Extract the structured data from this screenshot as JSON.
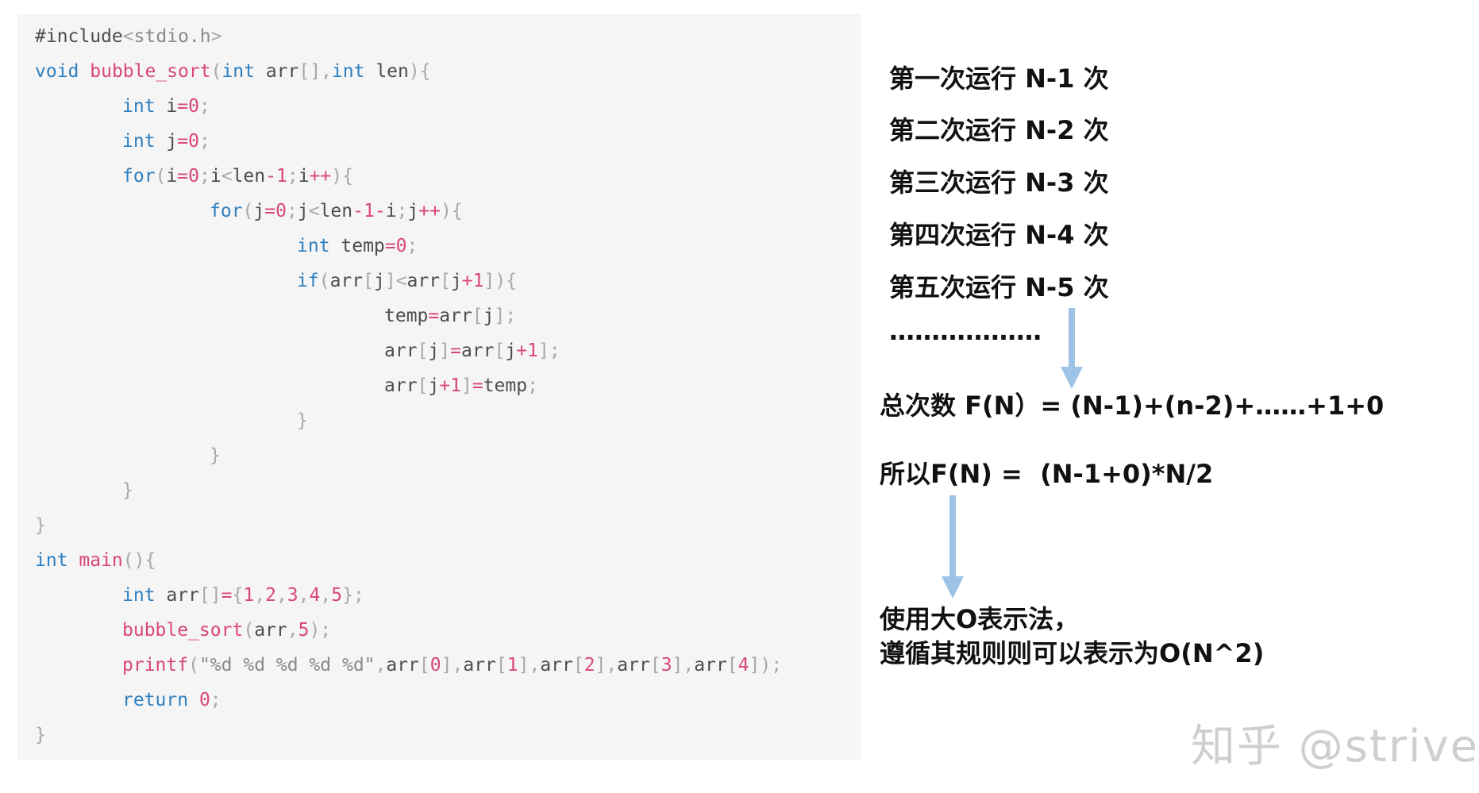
{
  "code_lines": [
    {
      "indent": 0,
      "tokens": [
        [
          "id",
          "#include"
        ],
        [
          "punc",
          "<"
        ],
        [
          "str",
          "stdio.h"
        ],
        [
          "punc",
          ">"
        ]
      ]
    },
    {
      "indent": 0,
      "tokens": [
        [
          "kw",
          "void "
        ],
        [
          "fn",
          "bubble_sort"
        ],
        [
          "punc",
          "("
        ],
        [
          "kw",
          "int "
        ],
        [
          "id",
          "arr"
        ],
        [
          "punc",
          "[],"
        ],
        [
          "kw",
          "int "
        ],
        [
          "id",
          "len"
        ],
        [
          "punc",
          "){"
        ]
      ]
    },
    {
      "indent": 1,
      "tokens": [
        [
          "kw",
          "int "
        ],
        [
          "id",
          "i"
        ],
        [
          "op",
          "="
        ],
        [
          "num",
          "0"
        ],
        [
          "punc",
          ";"
        ]
      ]
    },
    {
      "indent": 1,
      "tokens": [
        [
          "kw",
          "int "
        ],
        [
          "id",
          "j"
        ],
        [
          "op",
          "="
        ],
        [
          "num",
          "0"
        ],
        [
          "punc",
          ";"
        ]
      ]
    },
    {
      "indent": 1,
      "tokens": [
        [
          "kw",
          "for"
        ],
        [
          "punc",
          "("
        ],
        [
          "id",
          "i"
        ],
        [
          "op",
          "="
        ],
        [
          "num",
          "0"
        ],
        [
          "punc",
          ";"
        ],
        [
          "id",
          "i"
        ],
        [
          "punc",
          "<"
        ],
        [
          "id",
          "len"
        ],
        [
          "op",
          "-"
        ],
        [
          "num",
          "1"
        ],
        [
          "punc",
          ";"
        ],
        [
          "id",
          "i"
        ],
        [
          "op",
          "++"
        ],
        [
          "punc",
          "){"
        ]
      ]
    },
    {
      "indent": 2,
      "tokens": [
        [
          "kw",
          "for"
        ],
        [
          "punc",
          "("
        ],
        [
          "id",
          "j"
        ],
        [
          "op",
          "="
        ],
        [
          "num",
          "0"
        ],
        [
          "punc",
          ";"
        ],
        [
          "id",
          "j"
        ],
        [
          "punc",
          "<"
        ],
        [
          "id",
          "len"
        ],
        [
          "op",
          "-"
        ],
        [
          "num",
          "1"
        ],
        [
          "op",
          "-"
        ],
        [
          "id",
          "i"
        ],
        [
          "punc",
          ";"
        ],
        [
          "id",
          "j"
        ],
        [
          "op",
          "++"
        ],
        [
          "punc",
          "){"
        ]
      ]
    },
    {
      "indent": 3,
      "tokens": [
        [
          "kw",
          "int "
        ],
        [
          "id",
          "temp"
        ],
        [
          "op",
          "="
        ],
        [
          "num",
          "0"
        ],
        [
          "punc",
          ";"
        ]
      ]
    },
    {
      "indent": 3,
      "tokens": [
        [
          "kw",
          "if"
        ],
        [
          "punc",
          "("
        ],
        [
          "id",
          "arr"
        ],
        [
          "punc",
          "["
        ],
        [
          "id",
          "j"
        ],
        [
          "punc",
          "]<"
        ],
        [
          "id",
          "arr"
        ],
        [
          "punc",
          "["
        ],
        [
          "id",
          "j"
        ],
        [
          "op",
          "+"
        ],
        [
          "num",
          "1"
        ],
        [
          "punc",
          "]){"
        ]
      ]
    },
    {
      "indent": 4,
      "tokens": [
        [
          "id",
          "temp"
        ],
        [
          "op",
          "="
        ],
        [
          "id",
          "arr"
        ],
        [
          "punc",
          "["
        ],
        [
          "id",
          "j"
        ],
        [
          "punc",
          "];"
        ]
      ]
    },
    {
      "indent": 4,
      "tokens": [
        [
          "id",
          "arr"
        ],
        [
          "punc",
          "["
        ],
        [
          "id",
          "j"
        ],
        [
          "punc",
          "]"
        ],
        [
          "op",
          "="
        ],
        [
          "id",
          "arr"
        ],
        [
          "punc",
          "["
        ],
        [
          "id",
          "j"
        ],
        [
          "op",
          "+"
        ],
        [
          "num",
          "1"
        ],
        [
          "punc",
          "];"
        ]
      ]
    },
    {
      "indent": 4,
      "tokens": [
        [
          "id",
          "arr"
        ],
        [
          "punc",
          "["
        ],
        [
          "id",
          "j"
        ],
        [
          "op",
          "+"
        ],
        [
          "num",
          "1"
        ],
        [
          "punc",
          "]"
        ],
        [
          "op",
          "="
        ],
        [
          "id",
          "temp"
        ],
        [
          "punc",
          ";"
        ]
      ]
    },
    {
      "indent": 3,
      "tokens": [
        [
          "punc",
          "}"
        ]
      ]
    },
    {
      "indent": 2,
      "tokens": [
        [
          "punc",
          "}"
        ]
      ]
    },
    {
      "indent": 1,
      "tokens": [
        [
          "punc",
          "}"
        ]
      ]
    },
    {
      "indent": 0,
      "tokens": [
        [
          "punc",
          "}"
        ]
      ]
    },
    {
      "indent": 0,
      "tokens": [
        [
          "kw",
          "int "
        ],
        [
          "fn",
          "main"
        ],
        [
          "punc",
          "(){"
        ]
      ]
    },
    {
      "indent": 1,
      "tokens": [
        [
          "kw",
          "int "
        ],
        [
          "id",
          "arr"
        ],
        [
          "punc",
          "[]"
        ],
        [
          "op",
          "="
        ],
        [
          "punc",
          "{"
        ],
        [
          "num",
          "1"
        ],
        [
          "punc",
          ","
        ],
        [
          "num",
          "2"
        ],
        [
          "punc",
          ","
        ],
        [
          "num",
          "3"
        ],
        [
          "punc",
          ","
        ],
        [
          "num",
          "4"
        ],
        [
          "punc",
          ","
        ],
        [
          "num",
          "5"
        ],
        [
          "punc",
          "};"
        ]
      ]
    },
    {
      "indent": 1,
      "tokens": [
        [
          "fn",
          "bubble_sort"
        ],
        [
          "punc",
          "("
        ],
        [
          "id",
          "arr"
        ],
        [
          "punc",
          ","
        ],
        [
          "num",
          "5"
        ],
        [
          "punc",
          ");"
        ]
      ]
    },
    {
      "indent": 1,
      "tokens": [
        [
          "fn",
          "printf"
        ],
        [
          "punc",
          "("
        ],
        [
          "str",
          "\"%d %d %d %d %d\""
        ],
        [
          "punc",
          ","
        ],
        [
          "id",
          "arr"
        ],
        [
          "punc",
          "["
        ],
        [
          "num",
          "0"
        ],
        [
          "punc",
          "],"
        ],
        [
          "id",
          "arr"
        ],
        [
          "punc",
          "["
        ],
        [
          "num",
          "1"
        ],
        [
          "punc",
          "],"
        ],
        [
          "id",
          "arr"
        ],
        [
          "punc",
          "["
        ],
        [
          "num",
          "2"
        ],
        [
          "punc",
          "],"
        ],
        [
          "id",
          "arr"
        ],
        [
          "punc",
          "["
        ],
        [
          "num",
          "3"
        ],
        [
          "punc",
          "],"
        ],
        [
          "id",
          "arr"
        ],
        [
          "punc",
          "["
        ],
        [
          "num",
          "4"
        ],
        [
          "punc",
          "]);"
        ]
      ]
    },
    {
      "indent": 1,
      "tokens": [
        [
          "kw",
          "return "
        ],
        [
          "num",
          "0"
        ],
        [
          "punc",
          ";"
        ]
      ]
    },
    {
      "indent": 0,
      "tokens": [
        [
          "punc",
          "}"
        ]
      ]
    }
  ],
  "notes": {
    "step1": "第一次运行 N-1 次",
    "step2": "第二次运行 N-2 次",
    "step3": "第三次运行 N-3 次",
    "step4": "第四次运行 N-4 次",
    "step5": "第五次运行 N-5 次",
    "ellipsis": "………………",
    "total": "总次数 F(N）= (N-1)+(n-2)+……+1+0",
    "therefore": "所以F(N) =  (N-1+0)*N/2",
    "bigo_line1": "使用大O表示法，",
    "bigo_line2": "遵循其规则则可以表示为O(N^2)"
  },
  "watermark": "知乎 @strive",
  "colors": {
    "keyword": "#2f7fbf",
    "function": "#d9467a",
    "number": "#d9467a",
    "arrow": "#9fc3e6",
    "panel": "#f5f5f5"
  }
}
